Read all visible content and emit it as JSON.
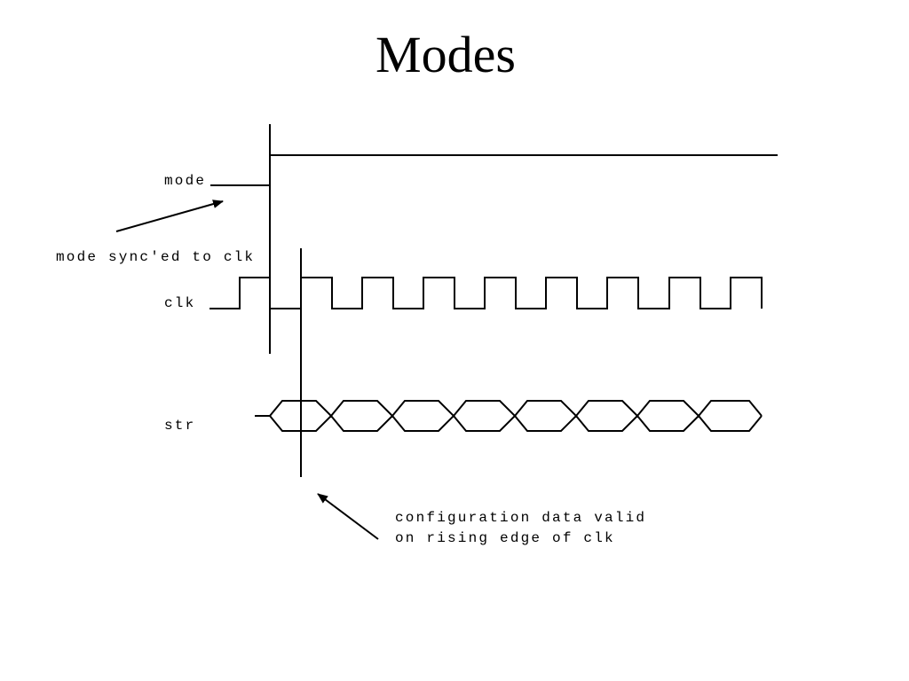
{
  "slide": {
    "title": "Modes"
  },
  "signals": {
    "mode": "mode",
    "clk": "clk",
    "str": "str"
  },
  "annotations": {
    "mode_sync": "mode sync'ed to clk",
    "config_line1": "configuration data valid",
    "config_line2": "on rising edge of clk"
  },
  "waveform": {
    "line_color": "#000000",
    "clk_cycles_shown": 9,
    "str_bus_segments": 8
  }
}
